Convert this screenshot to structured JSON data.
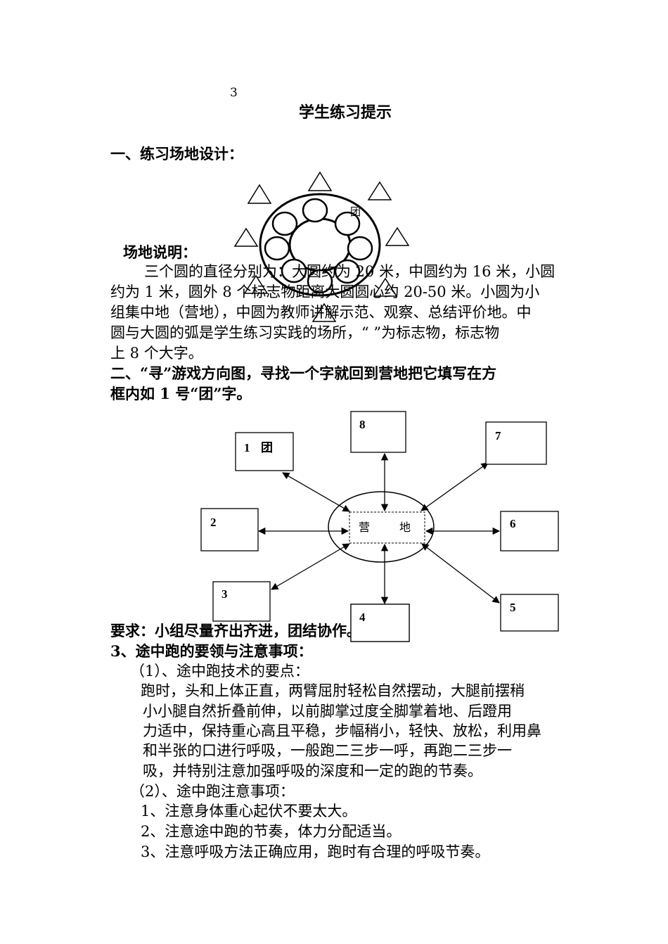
{
  "page_number": "3",
  "title": "学生练习提示",
  "section1": {
    "heading": "一、练习场地设计：",
    "diagram_label": "团",
    "note_heading": "场地说明：",
    "lines": [
      "三个圆的直径分别为：大圆约为 20 米，中圆约为 16 米，小圆",
      "约为 1 米，圆外 8 个标志物距离大圆圆心约 20-50 米。小圆为小",
      "组集中地（营地），中圆为教师讲解示范、观察、总结评价地。中",
      "圆与大圆的弧是学生练习实践的场所，“ ”为标志物，标志物",
      "上 8 个大字。"
    ]
  },
  "section2": {
    "heading_line1": "二、“寻”游戏方向图，寻找一个字就回到营地把它填写在方",
    "heading_line2": "框内如 1 号“团”字。",
    "camp_left": "营",
    "camp_right": "地",
    "boxes": [
      {
        "num": "1",
        "char": "团"
      },
      {
        "num": "2",
        "char": ""
      },
      {
        "num": "3",
        "char": ""
      },
      {
        "num": "4",
        "char": ""
      },
      {
        "num": "5",
        "char": ""
      },
      {
        "num": "6",
        "char": ""
      },
      {
        "num": "7",
        "char": ""
      },
      {
        "num": "8",
        "char": ""
      }
    ],
    "requirement": "要求：小组尽量齐出齐进，团结协作。"
  },
  "section3": {
    "heading": "3、途中跑的要领与注意事项：",
    "sub1": "（1）、途中跑技术的要点：",
    "p1": [
      "跑时，头和上体正直，两臂屈肘轻松自然摆动，大腿前摆稍",
      "小小腿自然折叠前伸，以前脚掌过度全脚掌着地、后蹬用",
      "力适中，保持重心高且平稳，步幅稍小，轻快、放松，利用鼻",
      "和半张的口进行呼吸，一般跑二三步一呼，再跑二三步一",
      "吸，并特别注意加强呼吸的深度和一定的跑的节奏。"
    ],
    "sub2": "（2）、途中跑注意事项：",
    "items": [
      "1、注意身体重心起伏不要太大。",
      "2、注意途中跑的节奏，体力分配适当。",
      "3、注意呼吸方法正确应用，跑时有合理的呼吸节奏。"
    ]
  }
}
